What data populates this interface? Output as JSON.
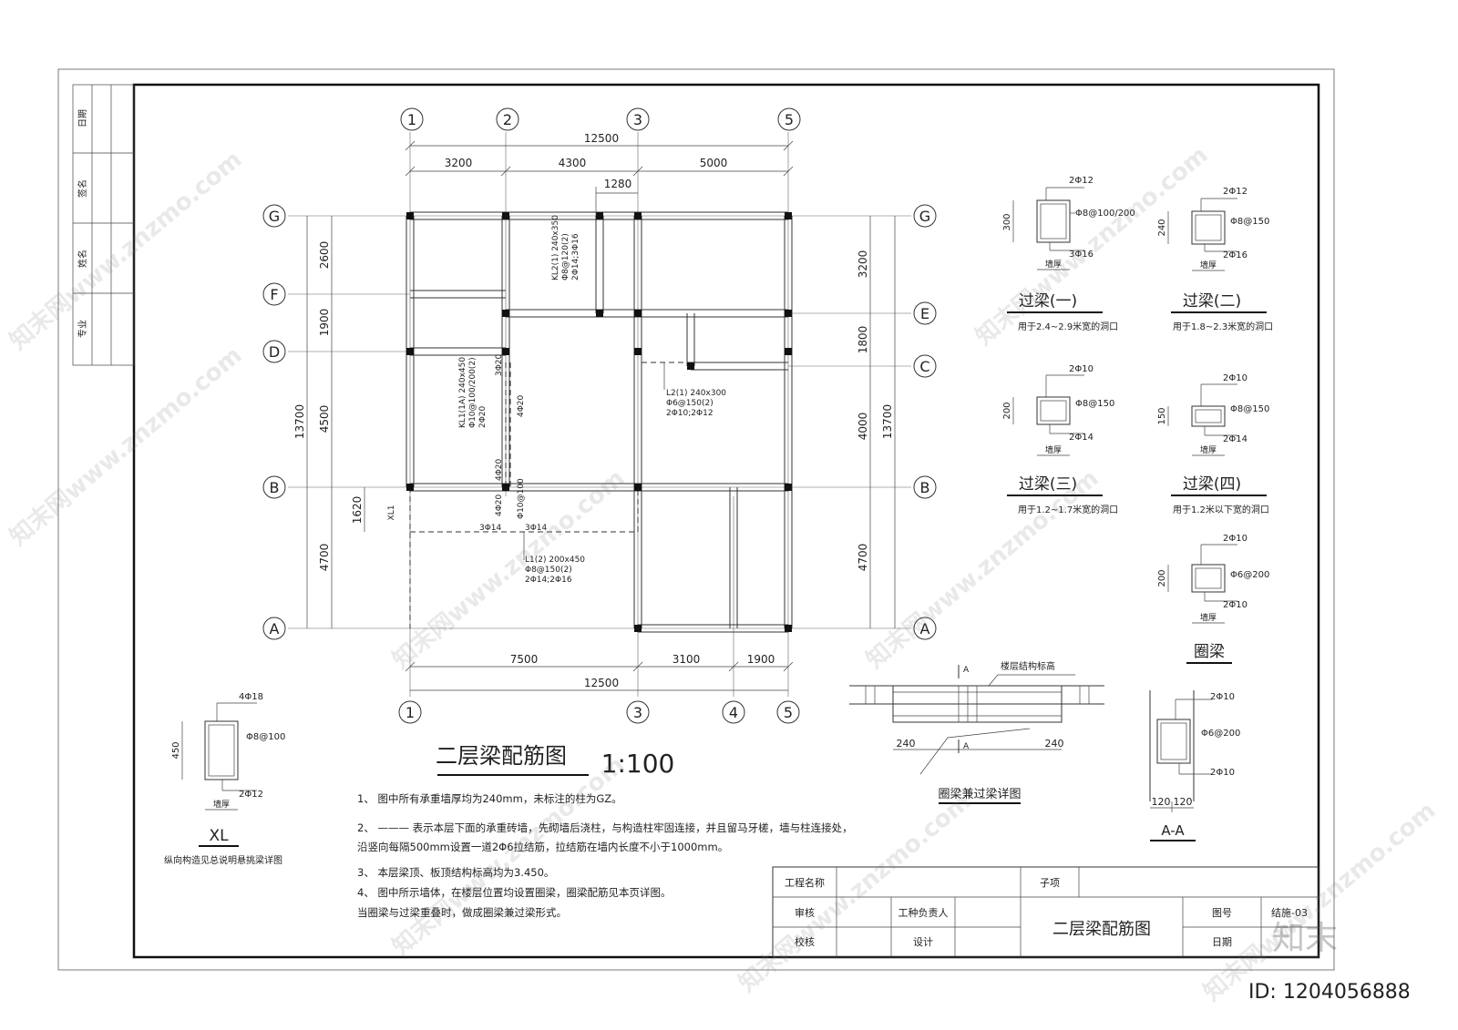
{
  "axes": {
    "top": [
      "1",
      "2",
      "3",
      "5"
    ],
    "bottom": [
      "1",
      "3",
      "4",
      "5"
    ],
    "left": [
      "G",
      "F",
      "D",
      "B",
      "A"
    ],
    "right": [
      "G",
      "E",
      "C",
      "B",
      "A"
    ]
  },
  "dims": {
    "top_total": "12500",
    "top_segments": [
      "3200",
      "4300",
      "5000"
    ],
    "top_sub": "1280",
    "bottom_total": "12500",
    "bottom_segments": [
      "7500",
      "3100",
      "1900"
    ],
    "left_total": "13700",
    "left_segments": [
      "2600",
      "1900",
      "4500",
      "4700"
    ],
    "left_extra": "1620",
    "right_total": "13700",
    "right_segments": [
      "3200",
      "1800",
      "4000",
      "4700"
    ]
  },
  "beam_labels": {
    "kl2": [
      "KL2(1) 240x350",
      "Φ8@120(2)",
      "2Φ14;3Φ16"
    ],
    "kl1": [
      "KL1(1A) 240x450",
      "Φ10@100/200(2)",
      "2Φ20"
    ],
    "l2": [
      "L2(1) 240x300",
      "Φ6@150(2)",
      "2Φ10;2Φ12"
    ],
    "l1": [
      "L1(2) 200x450",
      "Φ8@150(2)",
      "2Φ14;2Φ16"
    ],
    "rebar_3phi20": "3Φ20",
    "rebar_4phi20_a": "4Φ20",
    "rebar_4phi20_b": "4Φ20",
    "rebar_4phi20_c": "4Φ20",
    "rebar_3phi14_a": "3Φ14",
    "rebar_3phi14_b": "3Φ14",
    "rebar_phi10": "Φ10@100",
    "xl_tag": "XL1"
  },
  "plan_title": "二层梁配筋图",
  "plan_scale": "1:100",
  "sections": {
    "gl1": {
      "top": "2Φ12",
      "stirrup": "Φ8@100/200",
      "bottom": "3Φ16",
      "height": "300",
      "width": "墙厚",
      "name": "过梁(一)",
      "note": "用于2.4~2.9米宽的洞口"
    },
    "gl2": {
      "top": "2Φ12",
      "stirrup": "Φ8@150",
      "bottom": "2Φ16",
      "height": "240",
      "width": "墙厚",
      "name": "过梁(二)",
      "note": "用于1.8~2.3米宽的洞口"
    },
    "gl3": {
      "top": "2Φ10",
      "stirrup": "Φ8@150",
      "bottom": "2Φ14",
      "height": "200",
      "width": "墙厚",
      "name": "过梁(三)",
      "note": "用于1.2~1.7米宽的洞口"
    },
    "gl4": {
      "top": "2Φ10",
      "stirrup": "Φ8@150",
      "bottom": "2Φ14",
      "height": "150",
      "width": "墙厚",
      "name": "过梁(四)",
      "note": "用于1.2米以下宽的洞口"
    },
    "ql": {
      "top": "2Φ10",
      "stirrup": "Φ6@200",
      "bottom": "2Φ10",
      "height": "200",
      "width": "墙厚",
      "name": "圈梁"
    },
    "xl": {
      "top": "4Φ18",
      "stirrup": "Φ8@100",
      "bottom": "2Φ12",
      "height": "450",
      "width": "墙厚",
      "name": "XL",
      "note": "纵向构造见总说明悬挑梁详图"
    },
    "aa": {
      "top": "2Φ10",
      "stirrup": "Φ6@200",
      "bottom": "2Φ10",
      "w1": "120",
      "w2": "120",
      "name": "A-A"
    }
  },
  "detail": {
    "label": "楼层结构标高",
    "sec_a_top": "A",
    "sec_a_bottom": "A",
    "dim_left": "240",
    "dim_right": "240",
    "title": "圈梁兼过梁详图"
  },
  "notes": [
    "1、  图中所有承重墙厚均为240mm，未标注的柱为GZ。",
    "2、  ———  表示本层下面的承重砖墙，先砌墙后浇柱，与构造柱牢固连接，并且留马牙槎，墙与柱连接处，",
    "        沿竖向每隔500mm设置一道2Φ6拉结筋，拉结筋在墙内长度不小于1000mm。",
    "3、  本层梁顶、板顶结构标高均为3.450。",
    "4、  图中所示墙体，在楼层位置均设置圈梁，圈梁配筋见本页详图。",
    "        当圈梁与过梁重叠时，做成圈梁兼过梁形式。"
  ],
  "sign_strip": [
    "日期",
    "签名",
    "姓名",
    "专业"
  ],
  "title_block": {
    "project_name": "工程名称",
    "sub_item": "子项",
    "review": "审核",
    "responsible": "工种负责人",
    "check": "校核",
    "design": "设计",
    "drawing_title": "二层梁配筋图",
    "drawing_no_label": "图号",
    "drawing_no": "结施-03",
    "date": "日期"
  },
  "watermark": {
    "text": "知末网www.znzmo.com",
    "logo": "知末",
    "id": "ID: 1204056888"
  }
}
